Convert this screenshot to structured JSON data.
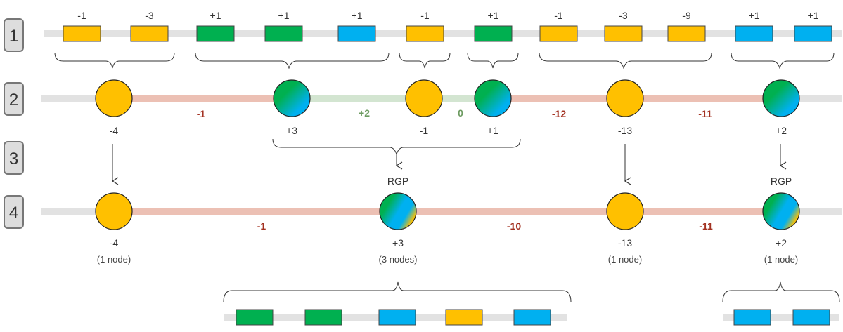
{
  "colors": {
    "gold": "#FFC000",
    "green": "#00B050",
    "blue": "#00B0F0",
    "track": "#E2E2E2",
    "neg_edge": "#ECC0B4",
    "pos_edge": "#D3E5D1",
    "neg_text": "#A33222",
    "pos_text": "#6D9B61"
  },
  "steps": [
    "1",
    "2",
    "3",
    "4"
  ],
  "row1": {
    "blocks": [
      {
        "label": "-1",
        "color": "gold"
      },
      {
        "label": "-3",
        "color": "gold"
      },
      {
        "label": "+1",
        "color": "green"
      },
      {
        "label": "+1",
        "color": "green"
      },
      {
        "label": "+1",
        "color": "blue"
      },
      {
        "label": "-1",
        "color": "gold"
      },
      {
        "label": "+1",
        "color": "green"
      },
      {
        "label": "-1",
        "color": "gold"
      },
      {
        "label": "-3",
        "color": "gold"
      },
      {
        "label": "-9",
        "color": "gold"
      },
      {
        "label": "+1",
        "color": "blue"
      },
      {
        "label": "+1",
        "color": "blue"
      }
    ]
  },
  "row2": {
    "nodes": [
      {
        "label": "-4",
        "fill": "gold"
      },
      {
        "label": "+3",
        "fill": "green-blue"
      },
      {
        "label": "-1",
        "fill": "gold"
      },
      {
        "label": "+1",
        "fill": "green-blue"
      },
      {
        "label": "-13",
        "fill": "gold"
      },
      {
        "label": "+2",
        "fill": "green-blue"
      }
    ],
    "edges": [
      {
        "label": "-1",
        "sign": "neg"
      },
      {
        "label": "+2",
        "sign": "pos"
      },
      {
        "label": "0",
        "sign": "pos"
      },
      {
        "label": "-12",
        "sign": "neg"
      },
      {
        "label": "-11",
        "sign": "neg"
      }
    ]
  },
  "row4": {
    "nodes": [
      {
        "label": "-4",
        "sub": "(1 node)",
        "tag": "",
        "fill": "gold"
      },
      {
        "label": "+3",
        "sub": "(3 nodes)",
        "tag": "RGP",
        "fill": "green-blue-gold"
      },
      {
        "label": "-13",
        "sub": "(1 node)",
        "tag": "",
        "fill": "gold"
      },
      {
        "label": "+2",
        "sub": "(1 node)",
        "tag": "RGP",
        "fill": "green-blue-gold"
      }
    ],
    "edges": [
      {
        "label": "-1",
        "sign": "neg"
      },
      {
        "label": "-10",
        "sign": "neg"
      },
      {
        "label": "-11",
        "sign": "neg"
      }
    ]
  },
  "expansions": [
    {
      "blocks": [
        "green",
        "green",
        "blue",
        "gold",
        "blue"
      ]
    },
    {
      "blocks": [
        "blue",
        "blue"
      ]
    }
  ]
}
